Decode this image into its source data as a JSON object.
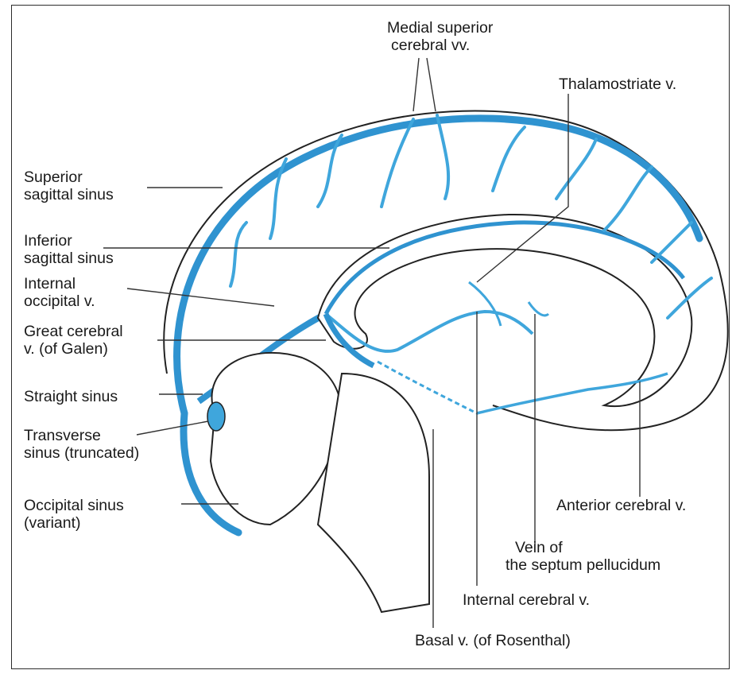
{
  "labels": {
    "medial_superior": [
      "Medial superior",
      "cerebral vv."
    ],
    "thalamostriate": "Thalamostriate v.",
    "superior_sagittal": [
      "Superior",
      "sagittal sinus"
    ],
    "inferior_sagittal": [
      "Inferior",
      "sagittal sinus"
    ],
    "internal_occipital": [
      "Internal",
      "occipital v."
    ],
    "great_cerebral": [
      "Great cerebral",
      "v. (of Galen)"
    ],
    "straight_sinus": "Straight sinus",
    "transverse_sinus": [
      "Transverse",
      "sinus (truncated)"
    ],
    "occipital_sinus": [
      "Occipital sinus",
      "(variant)"
    ],
    "anterior_cerebral": "Anterior cerebral v.",
    "septum_pellucidum": [
      "Vein of",
      "the septum pellucidum"
    ],
    "internal_cerebral": "Internal cerebral v.",
    "basal": "Basal v. (of Rosenthal)"
  },
  "colors": {
    "vein": "#3fa6dc",
    "sinus": "#2f93d0",
    "outline": "#222222",
    "leader": "#333333"
  }
}
